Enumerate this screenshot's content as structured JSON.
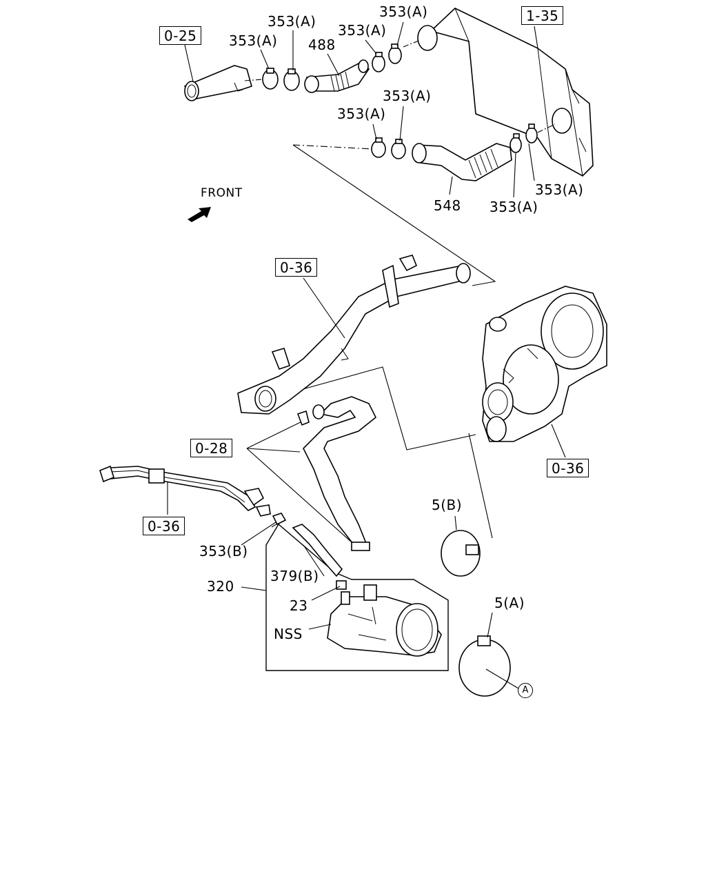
{
  "diagram": {
    "front_label": "FRONT",
    "refs": {
      "ref_0_25": "0-25",
      "ref_1_35": "1-35",
      "ref_0_36_pipe": "0-36",
      "ref_0_36_turbo": "0-36",
      "ref_0_28": "0-28",
      "ref_0_36_lines": "0-36"
    },
    "labels": {
      "c353a_1": "353(A)",
      "c353a_2": "353(A)",
      "c353a_3": "353(A)",
      "c353a_4": "353(A)",
      "p488": "488",
      "c353a_5": "353(A)",
      "c353a_6": "353(A)",
      "c353a_7": "353(A)",
      "c353a_8": "353(A)",
      "p548": "548",
      "c5b": "5(B)",
      "c353b": "353(B)",
      "p379b": "379(B)",
      "p320": "320",
      "p23": "23",
      "nss": "NSS",
      "c5a": "5(A)",
      "circle_a": "A"
    }
  }
}
